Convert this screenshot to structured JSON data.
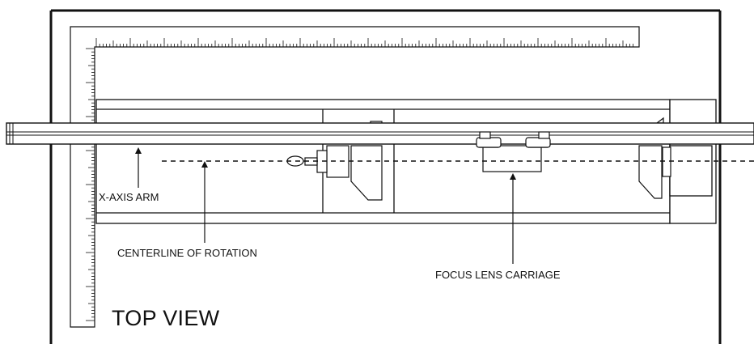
{
  "diagram": {
    "view_title": "TOP VIEW",
    "callouts": {
      "x_axis_arm": "X-AXIS ARM",
      "centerline": "CENTERLINE OF ROTATION",
      "focus_lens_carriage": "FOCUS LENS CARRIAGE"
    },
    "colors": {
      "line": "#111111",
      "background": "#ffffff"
    }
  }
}
